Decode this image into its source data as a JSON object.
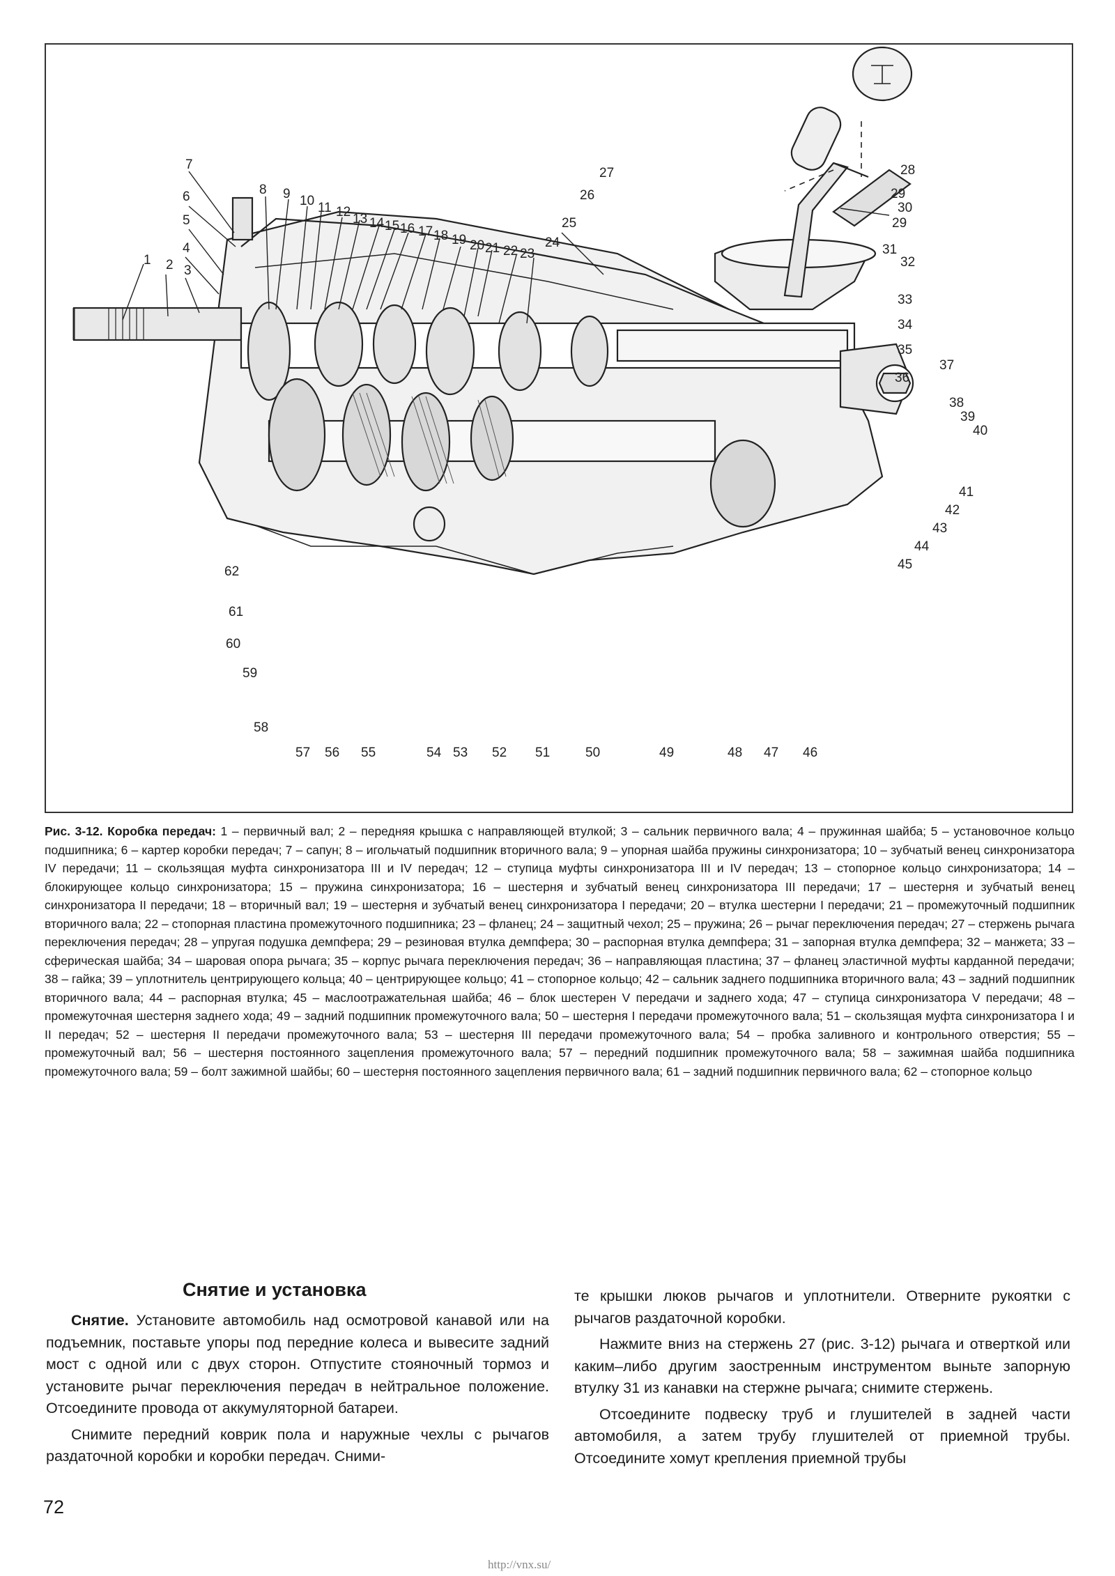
{
  "figure": {
    "callouts": [
      "1",
      "2",
      "3",
      "4",
      "5",
      "6",
      "7",
      "8",
      "9",
      "10",
      "11",
      "12",
      "13",
      "14",
      "15",
      "16",
      "17",
      "18",
      "19",
      "20",
      "21",
      "22",
      "23",
      "24",
      "25",
      "26",
      "27",
      "28",
      "29",
      "30",
      "29",
      "31",
      "32",
      "33",
      "34",
      "35",
      "36",
      "37",
      "38",
      "39",
      "40",
      "41",
      "42",
      "43",
      "44",
      "45",
      "46",
      "47",
      "48",
      "49",
      "50",
      "51",
      "52",
      "53",
      "54",
      "55",
      "56",
      "57",
      "58",
      "59",
      "60",
      "61",
      "62"
    ]
  },
  "caption": {
    "label": "Рис. 3-12. Коробка передач:",
    "text": " 1 – первичный вал; 2 – передняя крышка с направляющей втулкой; 3 – сальник первичного вала; 4 – пружинная шайба; 5 – установочное кольцо подшипника; 6 – картер коробки передач; 7 – сапун; 8 – игольчатый подшипник вторичного вала; 9 – упорная шайба пружины синхронизатора; 10 – зубчатый венец синхронизатора IV передачи; 11 – скользящая муфта синхронизатора III и IV передач; 12 – ступица муфты синхронизатора III и IV передач; 13 – стопорное кольцо синхронизатора; 14 – блокирующее кольцо синхронизатора; 15 – пружина синхронизатора; 16 – шестерня и зубчатый венец синхронизатора III передачи; 17 – шестерня и зубчатый венец синхронизатора II передачи; 18 – вторичный вал; 19 – шестерня и зубчатый венец синхронизатора I передачи; 20 – втулка шестерни I передачи; 21 – промежуточный подшипник вторичного вала; 22 – стопорная пластина промежуточного подшипника; 23 – фланец; 24 – защитный чехол; 25 – пружина; 26 – рычаг переключения передач; 27 – стержень рычага переключения передач; 28 – упругая подушка демпфера; 29 – резиновая втулка демпфера; 30 – распорная втулка демпфера; 31 – запорная втулка демпфера; 32 – манжета; 33 – сферическая шайба; 34 – шаровая опора рычага; 35 – корпус рычага переключения передач; 36 – направляющая пластина; 37 – фланец эластичной муфты карданной передачи; 38 – гайка; 39 – уплотнитель центрирующего кольца; 40 – центрирующее кольцо; 41 – стопорное кольцо; 42 – сальник заднего подшипника вторичного вала; 43 – задний подшипник вторичного вала; 44 – распорная втулка; 45 – маслоотражательная шайба; 46 – блок шестерен V передачи и заднего хода; 47 – ступица синхронизатора V передачи; 48 – промежуточная шестерня заднего хода; 49 – задний подшипник промежуточного вала; 50 – шестерня I передачи промежуточного вала; 51 – скользящая муфта синхронизатора I и II передач; 52 – шестерня II передачи промежуточного вала; 53 – шестерня III передачи промежуточного вала; 54 – пробка заливного и контрольного отверстия; 55 – промежуточный вал; 56 – шестерня постоянного зацепления промежуточного вала; 57 – передний подшипник промежуточного вала; 58 – зажимная шайба подшипника промежуточного вала; 59 – болт зажимной шайбы; 60 – шестерня постоянного зацепления первичного вала; 61 – задний подшипник первичного вала; 62 – стопорное кольцо"
  },
  "section": {
    "title": "Снятие и установка",
    "left": {
      "p1_lead": "Снятие.",
      "p1": " Установите автомобиль над осмотровой канавой или на подъемник, поставьте упоры под передние колеса и вывесите задний мост с одной или с двух сторон. Отпустите стояночный тормоз и установите рычаг переключения передач в нейтральное положение. Отсоедините провода от аккумуляторной батареи.",
      "p2": "Снимите передний коврик пола и наружные чехлы с рычагов раздаточной коробки и коробки передач. Сними-"
    },
    "right": {
      "p1": "те крышки люков рычагов и уплотнители. Отверните рукоятки с рычагов раздаточной коробки.",
      "p2": "Нажмите вниз на стержень 27 (рис. 3-12) рычага и отверткой или каким–либо другим заостренным инструментом выньте запорную втулку 31 из канавки на стержне рычага; снимите стержень.",
      "p3": "Отсоедините подвеску труб и глушителей в задней части автомобиля, а затем трубу глушителей от приемной трубы. Отсоедините хомут крепления приемной трубы"
    }
  },
  "page_number": "72",
  "footer": "http://vnx.su/"
}
